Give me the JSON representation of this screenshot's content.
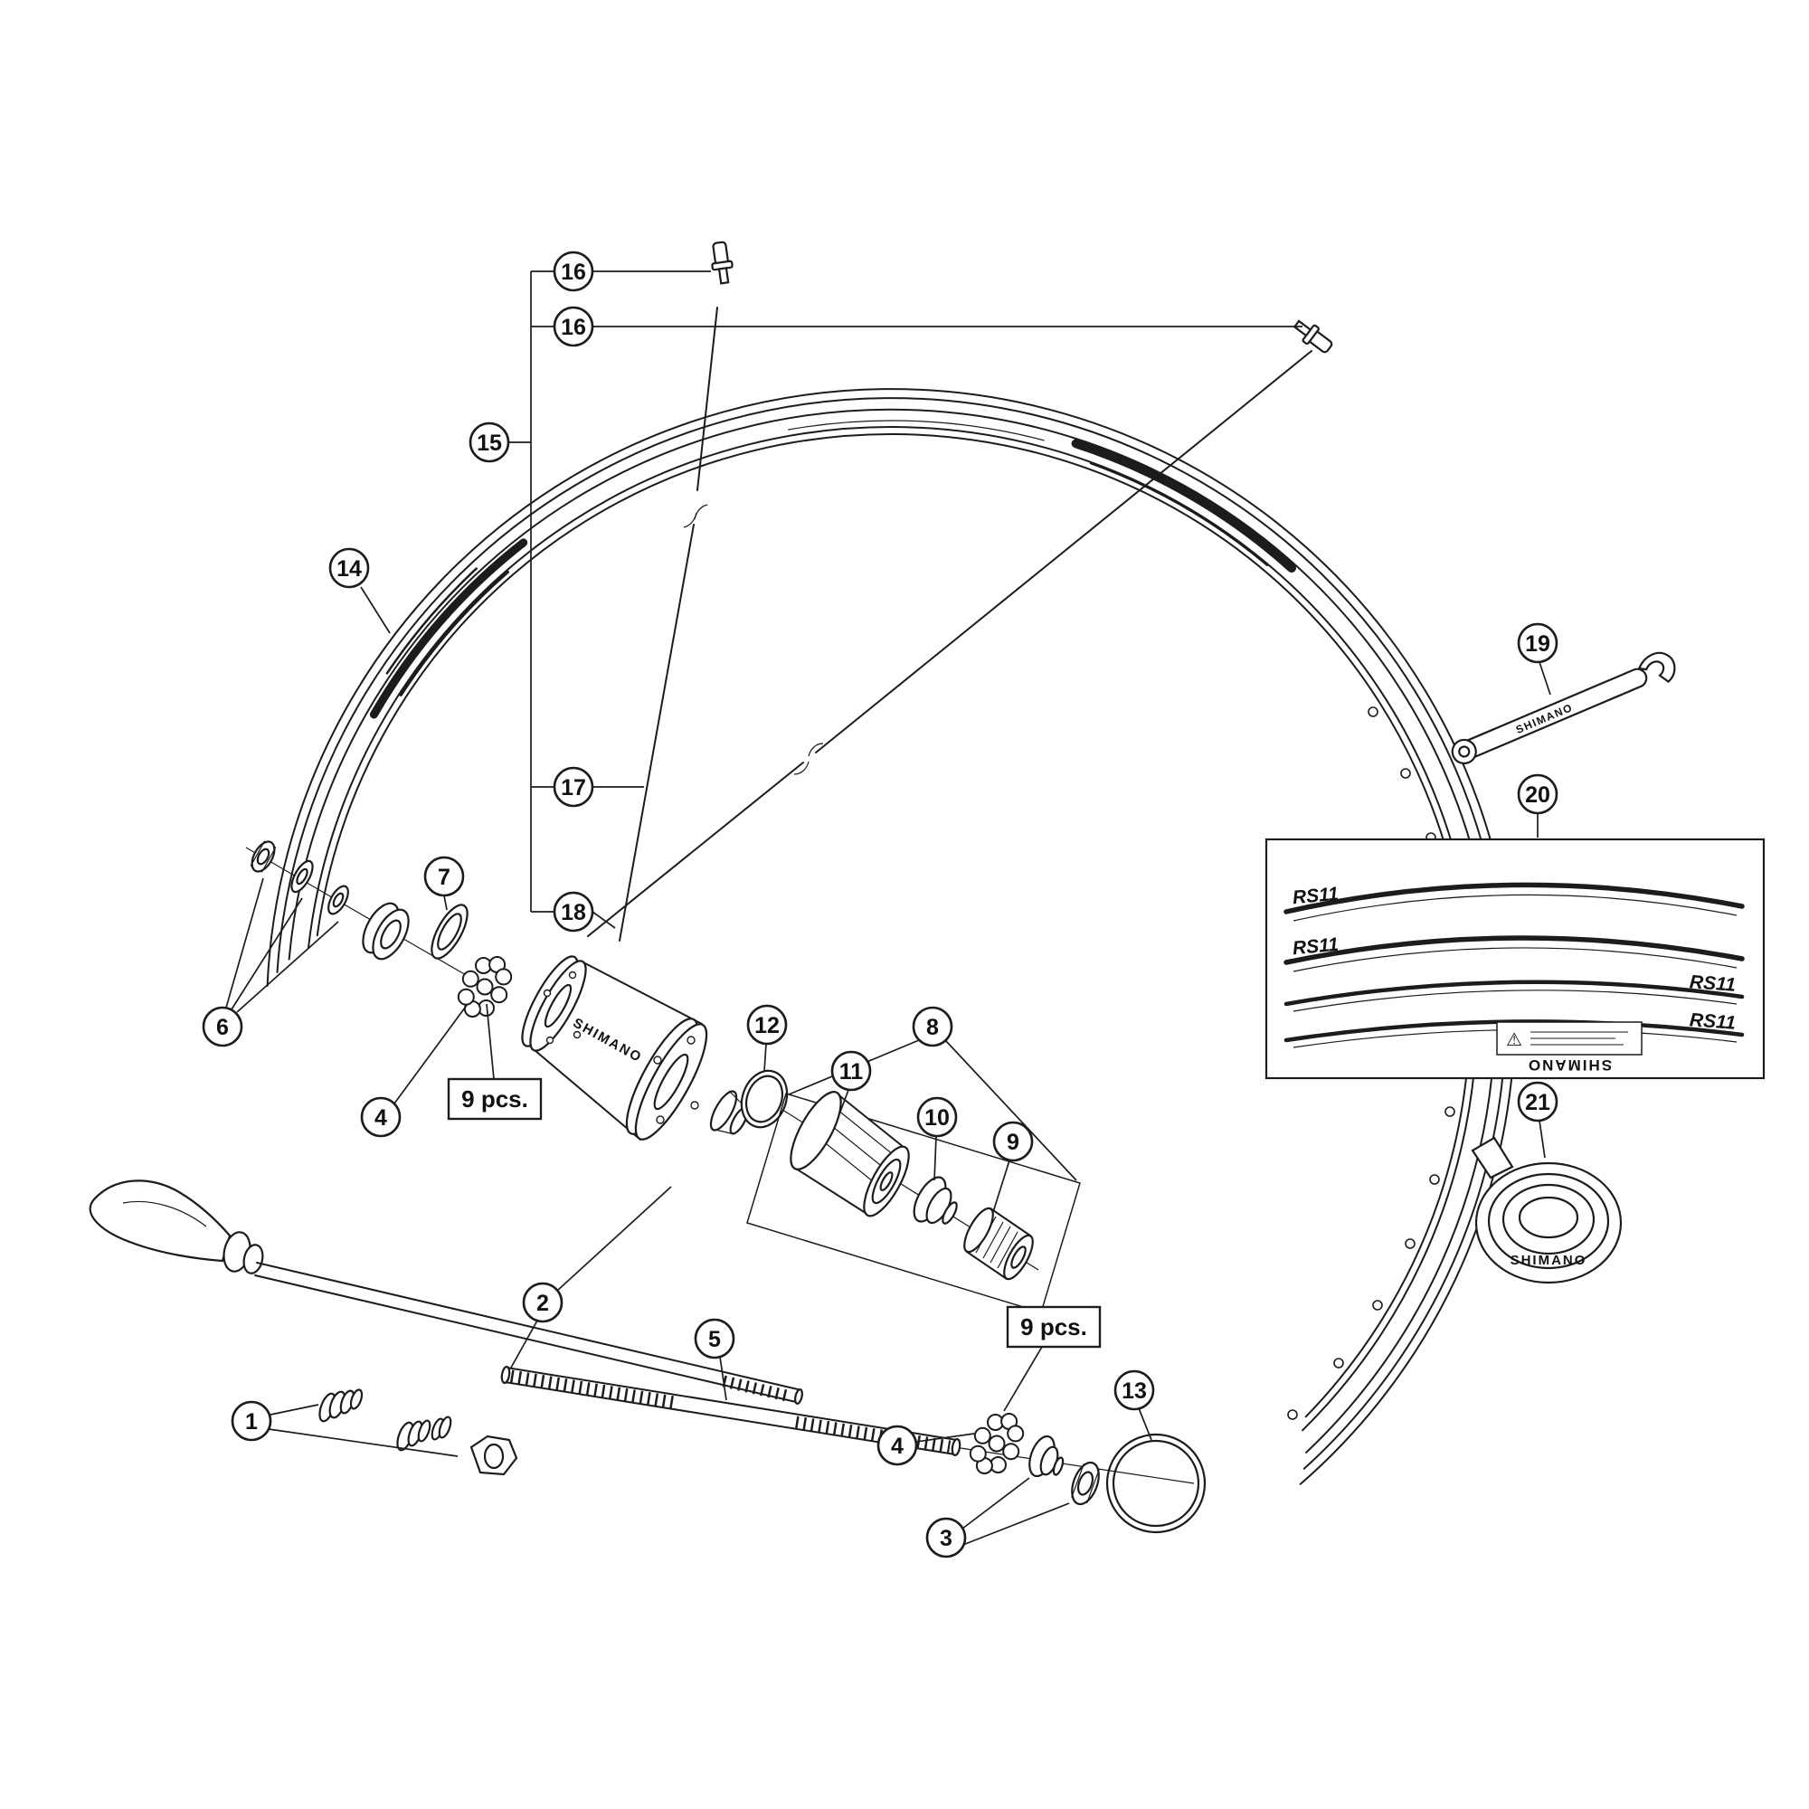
{
  "diagram": {
    "type": "exploded-parts-diagram",
    "subject": "bicycle wheel exploded view with numbered parts",
    "background": "#ffffff",
    "line_color": "#1c1c1c",
    "callouts": {
      "c1": {
        "label": "1"
      },
      "c2": {
        "label": "2"
      },
      "c3": {
        "label": "3"
      },
      "c4_left": {
        "label": "4"
      },
      "c4_right": {
        "label": "4"
      },
      "c5": {
        "label": "5"
      },
      "c6": {
        "label": "6"
      },
      "c7": {
        "label": "7"
      },
      "c8": {
        "label": "8"
      },
      "c9": {
        "label": "9"
      },
      "c10": {
        "label": "10"
      },
      "c11": {
        "label": "11"
      },
      "c12": {
        "label": "12"
      },
      "c13": {
        "label": "13"
      },
      "c14": {
        "label": "14"
      },
      "c15": {
        "label": "15"
      },
      "c16_top": {
        "label": "16"
      },
      "c16_right": {
        "label": "16"
      },
      "c17": {
        "label": "17"
      },
      "c18": {
        "label": "18"
      },
      "c19": {
        "label": "19"
      },
      "c20": {
        "label": "20"
      },
      "c21": {
        "label": "21"
      }
    },
    "labels": {
      "nine_pcs_left": "9 pcs.",
      "nine_pcs_right": "9 pcs.",
      "hub_brand": "SHIMANO",
      "tape_brand": "SHIMANO",
      "wrench_brand": "SHIMANO",
      "sticker_brand": "SHIMANO",
      "decal_model": "RS11",
      "warning_icon": "⚠"
    }
  }
}
